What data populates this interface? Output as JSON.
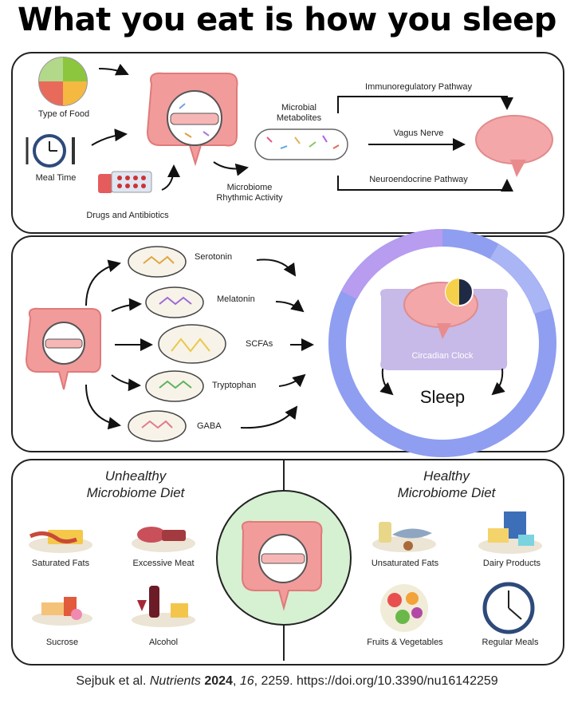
{
  "title": "What you eat is how you sleep",
  "panel1": {
    "inputs": [
      "Type of Food",
      "Meal Time",
      "Drugs and Antibiotics"
    ],
    "microbiome_label": "Microbiome\nRhythmic Activity",
    "metabolites_label": "Microbial\nMetabolites",
    "pathways": [
      "Immunoregulatory Pathway",
      "Vagus Nerve",
      "Neuroendocrine Pathway"
    ]
  },
  "panel2": {
    "molecules": [
      "Serotonin",
      "Melatonin",
      "SCFAs",
      "Tryptophan",
      "GABA"
    ],
    "clock_label": "Circadian Clock",
    "sleep_label": "Sleep"
  },
  "panel3": {
    "unhealthy_title": "Unhealthy\nMicrobiome Diet",
    "healthy_title": "Healthy\nMicrobiome Diet",
    "unhealthy_items": [
      "Saturated Fats",
      "Excessive Meat",
      "Sucrose",
      "Alcohol"
    ],
    "healthy_items": [
      "Unsaturated Fats",
      "Dairy Products",
      "Fruits & Vegetables",
      "Regular Meals"
    ]
  },
  "citation": {
    "authors": "Sejbuk et al.",
    "journal": "Nutrients",
    "year": "2024",
    "volume": "16",
    "pages": ", 2259.  https://doi.org/10.3390/nu16142259"
  },
  "colors": {
    "gut": "#f29b9b",
    "brain": "#f4a7a8",
    "ring_blue": "#8f9ef0",
    "ring_purple": "#b79cf0",
    "pillow": "#c7b9e8",
    "healthy_circle": "#d6f0d2"
  }
}
